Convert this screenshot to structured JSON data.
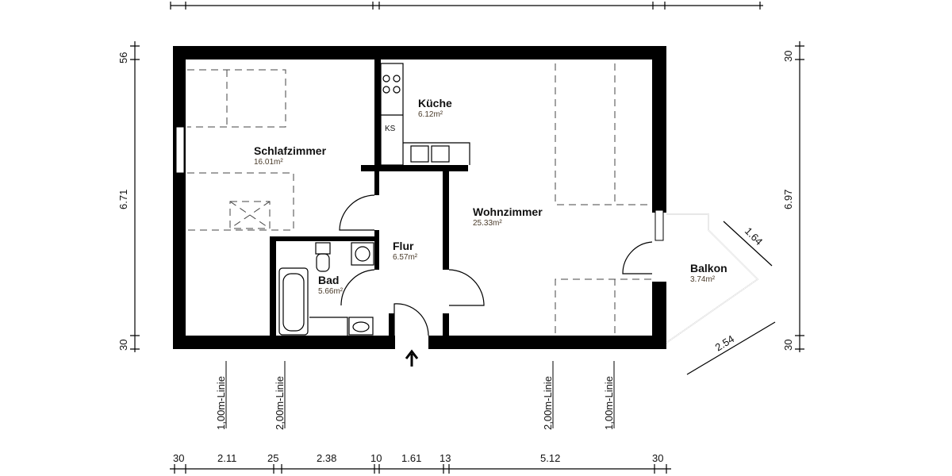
{
  "rooms": [
    {
      "name": "Schlafzimmer",
      "area": "16.01m²"
    },
    {
      "name": "Küche",
      "area": "6.12m²"
    },
    {
      "name": "Wohnzimmer",
      "area": "25.33m²"
    },
    {
      "name": "Flur",
      "area": "6.57m²"
    },
    {
      "name": "Bad",
      "area": "5.66m²"
    },
    {
      "name": "Balkon",
      "area": "3.74m²"
    }
  ],
  "fixtures": {
    "fridge": "KS"
  },
  "dimensions": {
    "bottom": [
      "30",
      "2.11",
      "25",
      "2.38",
      "10",
      "1.61",
      "13",
      "5.12",
      "30"
    ],
    "left": [
      "56",
      "6.71",
      "30"
    ],
    "right": [
      "30",
      "6.97",
      "30"
    ],
    "balcony": [
      "1.64",
      "2.54"
    ]
  },
  "distance_lines": [
    "1,00m-Linie",
    "2,00m-Linie",
    "2,00m-Linie",
    "1,00m-Linie"
  ]
}
